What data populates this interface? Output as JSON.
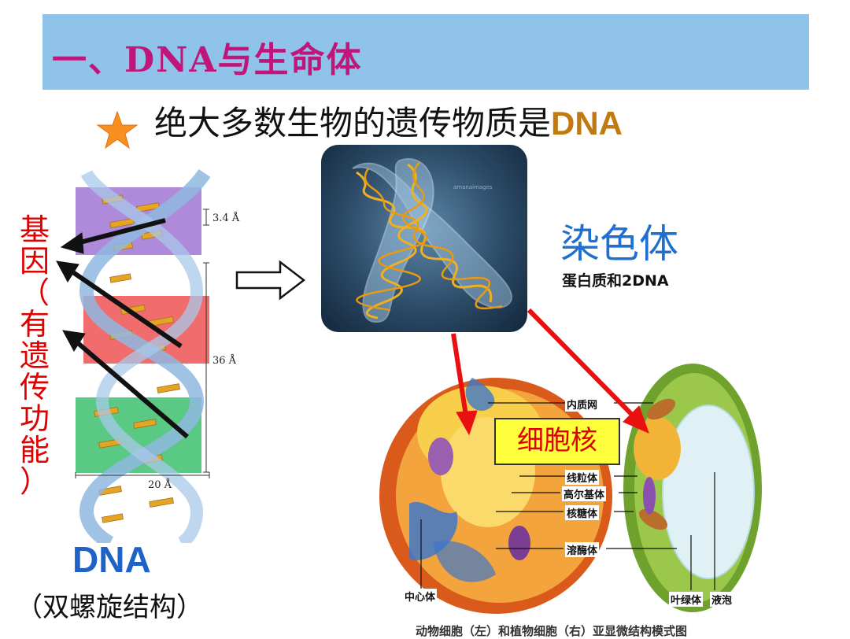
{
  "title": "一、DNA与生命体",
  "headline": {
    "text": "绝大多数生物的遗传物质是",
    "highlight": "DNA"
  },
  "gene_label": [
    "基",
    "因",
    "（",
    "有",
    "遗",
    "传",
    "功",
    "能",
    "）"
  ],
  "dna_scale": {
    "pitch": "3.4 Å",
    "turn": "36 Å",
    "width": "20 Å"
  },
  "dna": {
    "label": "DNA",
    "sub": "（双螺旋结构）"
  },
  "chromosome": {
    "title": "染色体",
    "sub": "蛋白质和2DNA",
    "watermark": "amanaimages"
  },
  "cell": {
    "nucleus": "细胞核",
    "labels": {
      "er": "内质网",
      "mito": "线粒体",
      "golgi": "高尔基体",
      "ribo": "核糖体",
      "lyso": "溶酶体",
      "centro": "中心体",
      "chloro": "叶绿体",
      "vacuole": "液泡"
    },
    "caption": "动物细胞（左）和植物细胞（右）亚显微结构模式图"
  },
  "colors": {
    "title_bar": "#8fc3ea",
    "title_text": "#c0167a",
    "accent_red": "#e00000",
    "dna_blue": "#1f62c6"
  }
}
